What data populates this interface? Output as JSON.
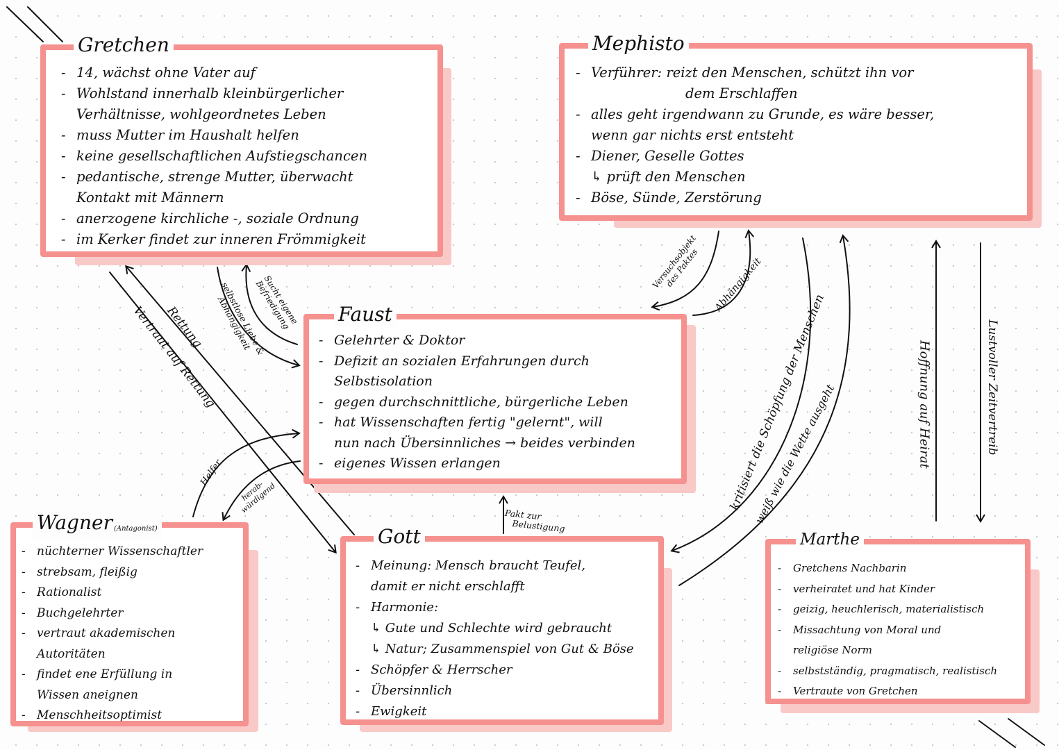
{
  "gretchen": {
    "title": "Gretchen",
    "items": [
      "14, wächst ohne Vater auf",
      "Wohlstand innerhalb kleinbürgerlicher",
      "Verhältnisse, wohlgeordnetes Leben",
      "muss Mutter im Haushalt helfen",
      "keine gesellschaftlichen Aufstiegschancen",
      "pedantische, strenge Mutter, überwacht",
      "Kontakt mit Männern",
      "anerzogene kirchliche -, soziale Ordnung",
      "im Kerker findet zur inneren Frömmigkeit"
    ]
  },
  "mephisto": {
    "title": "Mephisto",
    "items": [
      "Verführer: reizt den Menschen, schützt ihn vor",
      "dem Erschlaffen",
      "alles geht irgendwann zu Grunde, es wäre besser,",
      "wenn gar nichts erst entsteht",
      "Diener, Geselle Gottes",
      "↳ prüft den Menschen",
      "Böse, Sünde, Zerstörung"
    ]
  },
  "faust": {
    "title": "Faust",
    "items": [
      "Gelehrter & Doktor",
      "Defizit an sozialen Erfahrungen durch",
      "Selbstisolation",
      "gegen durchschnittliche, bürgerliche Leben",
      "hat Wissenschaften fertig \"gelernt\", will",
      "nun nach Übersinnliches → beides verbinden",
      "eigenes Wissen erlangen"
    ]
  },
  "wagner": {
    "title": "Wagner",
    "subtitle": "(Antagonist)",
    "items": [
      "nüchterner Wissenschaftler",
      "strebsam, fleißig",
      "Rationalist",
      "Buchgelehrter",
      "vertraut akademischen",
      "Autoritäten",
      "findet ene Erfüllung in",
      "Wissen aneignen",
      "Menschheitsoptimist"
    ]
  },
  "gott": {
    "title": "Gott",
    "items": [
      "Meinung: Mensch braucht Teufel,",
      "damit er nicht erschlafft",
      "Harmonie:",
      "↳ Gute und Schlechte wird gebraucht",
      "↳ Natur; Zusammenspiel von Gut & Böse",
      "Schöpfer & Herrscher",
      "Übersinnlich",
      "Ewigkeit"
    ]
  },
  "marthe": {
    "title": "Marthe",
    "items": [
      "Gretchens Nachbarin",
      "verheiratet und hat Kinder",
      "geizig, heuchlerisch, materialistisch",
      "Missachtung von Moral und",
      "religiöse Norm",
      "selbstständig, pragmatisch, realistisch",
      "Vertraute von Gretchen"
    ]
  },
  "relations": {
    "vertraut_auf_rettung": "Vertraut auf Rettung",
    "rettung": "Rettung",
    "selbstlose_liebe": "selbstlose Liebe &",
    "abhaengigkeit_g": "Abhängigkeit",
    "sucht_eigene": "Sucht eigene",
    "befriedigung": "Befriedigung",
    "versuchsobjekt": "Versuchsobjekt",
    "des_paktes": "des Paktes",
    "abhaengigkeit_m": "Abhängigkeit",
    "kritisiert": "kritisiert die Schöpfung der Menschen",
    "weiss": "weiß wie die Wette ausgeht",
    "hoffnung": "Hoffnung auf Heirat",
    "lustvoller": "Lustvoller Zeitvertreib",
    "helfer": "Helfer",
    "herab": "herab-",
    "wuerdigend": "würdigend",
    "pakt": "Pakt zur",
    "belustigung": "Belustigung"
  }
}
